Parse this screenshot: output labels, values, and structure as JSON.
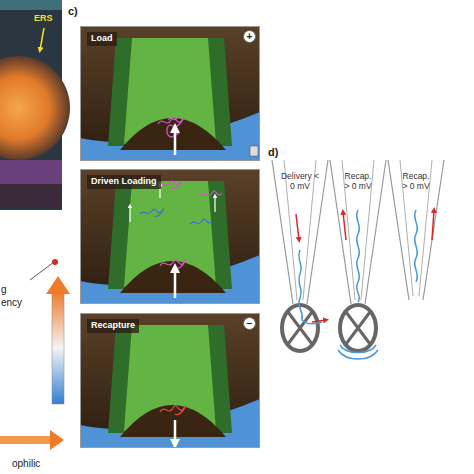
{
  "diagram": {
    "nodes": [
      {
        "text": [
          "Load",
          "+"
        ]
      },
      {
        "text": [
          "Driven Loading"
        ]
      },
      {
        "text": [
          "Recapture",
          "−"
        ]
      }
    ],
    "labels": [
      "ERS",
      "c)",
      "d)",
      "Delivery < 0 mV",
      "Recap. > 0 mV",
      "Recap. > 0 mV",
      "g",
      "ency",
      "ophilic"
    ]
  }
}
